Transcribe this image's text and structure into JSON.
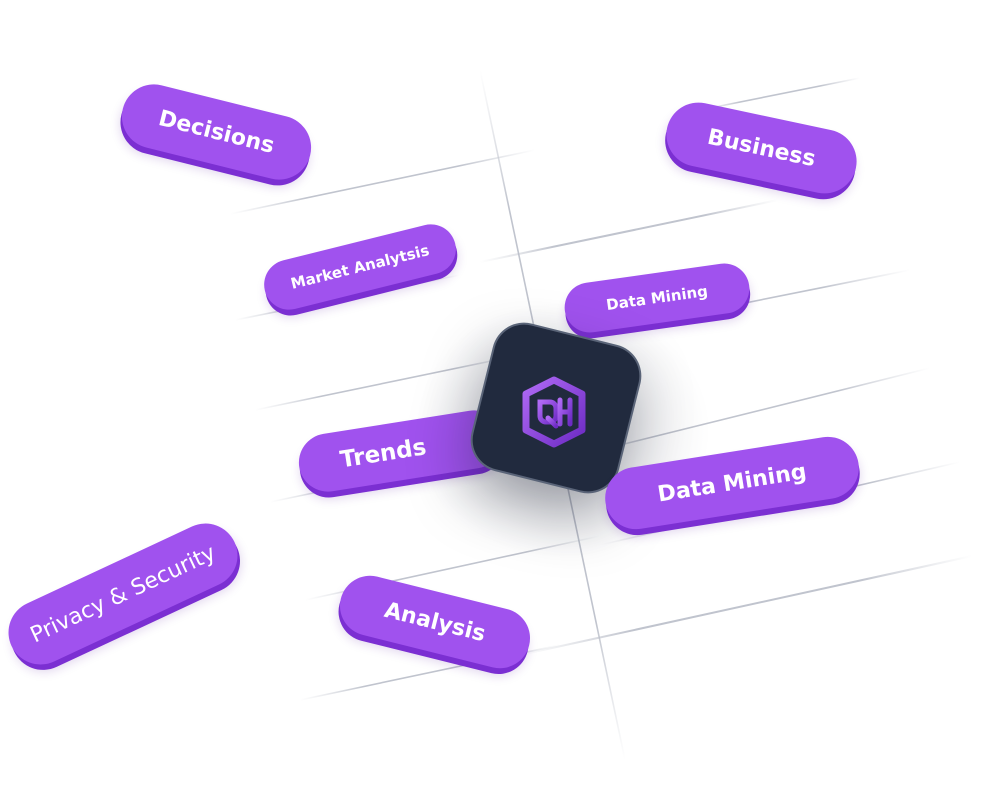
{
  "hub": {
    "logo": "hexagon-qh-logo-icon",
    "logo_color": "#a052ee"
  },
  "colors": {
    "pill": "#a052ee",
    "pill_shadow": "#7b2fd2",
    "hub_background": "#212a3e",
    "grid_line": "#c9ccd4"
  },
  "tags": {
    "decisions": "Decisions",
    "business": "Business",
    "market_analysis": "Market Analytsis",
    "data_mining_small": "Data Mining",
    "trends": "Trends",
    "data_mining_large": "Data Mining",
    "privacy_security": "Privacy & Security",
    "analysis": "Analysis"
  }
}
